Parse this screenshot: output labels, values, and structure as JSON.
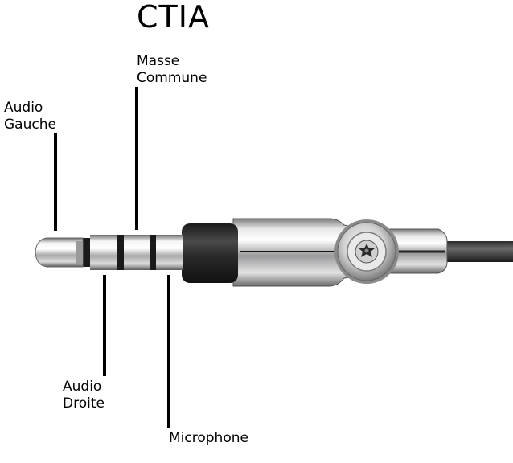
{
  "title": "CTIA",
  "labels": {
    "masse_commune": [
      "Masse",
      "Commune"
    ],
    "audio_gauche": [
      "Audio",
      "Gauche"
    ],
    "audio_droite": [
      "Audio",
      "Droite"
    ],
    "microphone": "Microphone"
  },
  "colors": {
    "background": "#ffffff",
    "leader_line": "#000000",
    "metal": "#c9c9cb",
    "insulator": "#1a1a1a",
    "rubber": "#2a2a2a",
    "cable": "#3a3a3a"
  },
  "icons": [
    "audio-jack-trrs-image",
    "torx-screw-icon"
  ]
}
